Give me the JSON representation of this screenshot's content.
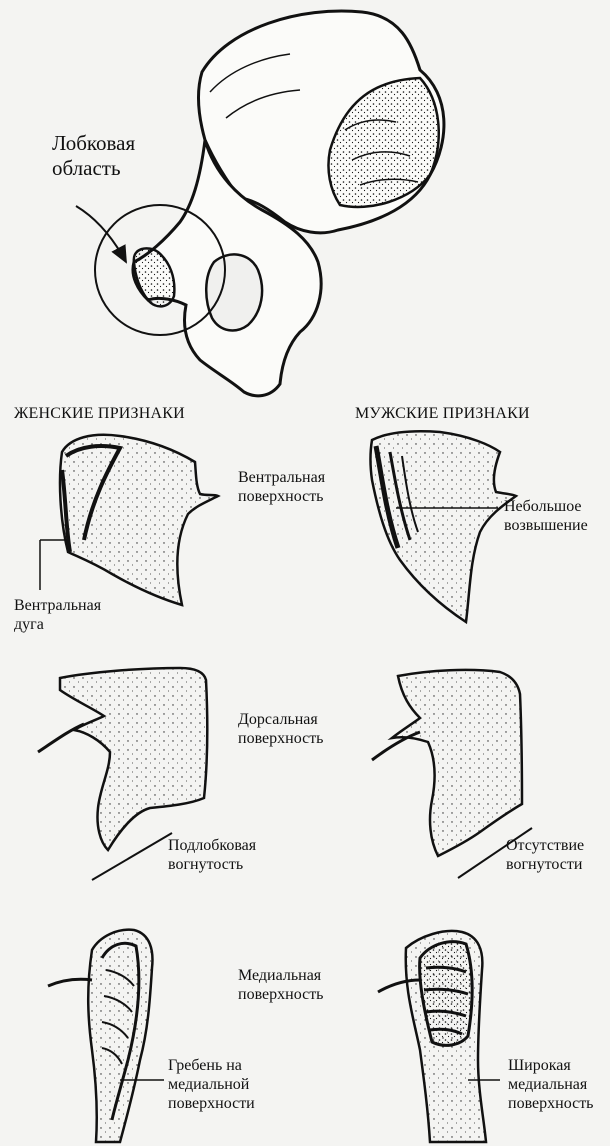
{
  "region_label": {
    "line1": "Лобковая",
    "line2": "область"
  },
  "headers": {
    "female": "ЖЕНСКИЕ ПРИЗНАКИ",
    "male": "МУЖСКИЕ ПРИЗНАКИ"
  },
  "rows": [
    {
      "view": {
        "line1": "Вентральная",
        "line2": "поверхность"
      },
      "female_note": {
        "line1": "Вентральная",
        "line2": "дуга"
      },
      "male_note": {
        "line1": "Небольшое",
        "line2": "возвышение"
      }
    },
    {
      "view": {
        "line1": "Дорсальная",
        "line2": "поверхность"
      },
      "female_note": {
        "line1": "Подлобковая",
        "line2": "вогнутость"
      },
      "male_note": {
        "line1": "Отсутствие",
        "line2": "вогнутости"
      }
    },
    {
      "view": {
        "line1": "Медиальная",
        "line2": "поверхность"
      },
      "female_note": {
        "line1": "Гребень на",
        "line2": "медиальной",
        "line3": "поверхности"
      },
      "male_note": {
        "line1": "Широкая",
        "line2": "медиальная",
        "line3": "поверхность"
      }
    }
  ]
}
